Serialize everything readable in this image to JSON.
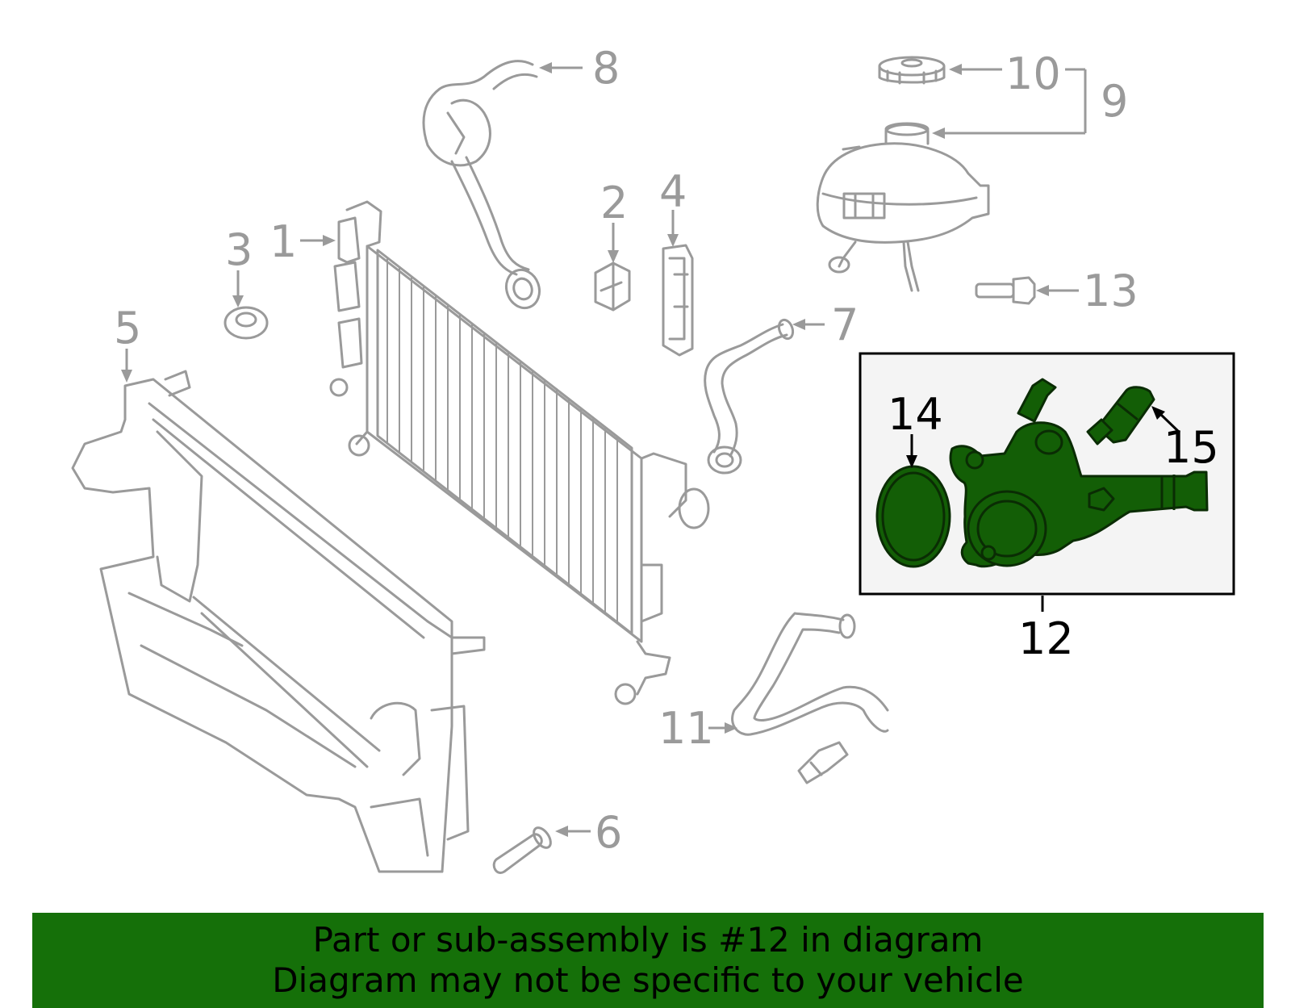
{
  "callouts": {
    "c1": "1",
    "c2": "2",
    "c3": "3",
    "c4": "4",
    "c5": "5",
    "c6": "6",
    "c7": "7",
    "c8": "8",
    "c9": "9",
    "c10": "10",
    "c11": "11",
    "c12": "12",
    "c13": "13",
    "c14": "14",
    "c15": "15"
  },
  "highlighted_part": "12",
  "colors": {
    "banner": "#157009",
    "highlight_fill": "#135e06",
    "part_line": "#9a9a9a",
    "inset_background": "#f4f4f4"
  },
  "banner": {
    "line1": "Part or sub-assembly is #12 in diagram",
    "line2": "Diagram may not be specific to your vehicle"
  }
}
